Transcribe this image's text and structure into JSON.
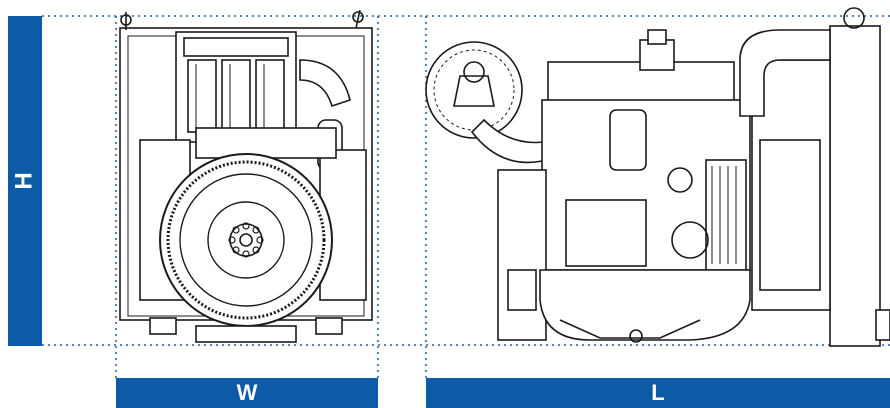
{
  "dimensions": {
    "height_label": "H",
    "width_label": "W",
    "length_label": "L"
  },
  "colors": {
    "accent": "#0d5aa7",
    "line": "#1a1a1a",
    "guide": "#1f5fa8"
  }
}
